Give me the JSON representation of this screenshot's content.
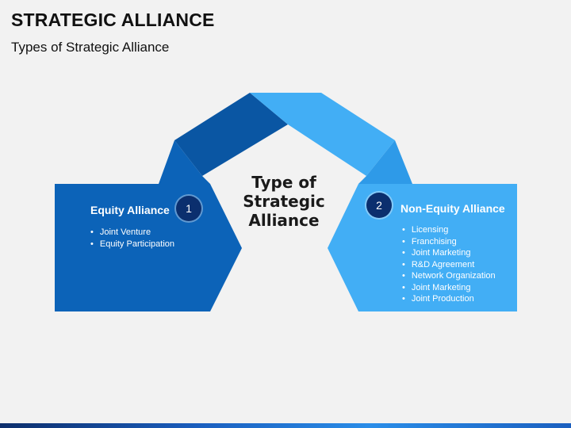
{
  "header": {
    "title": "STRATEGIC ALLIANCE",
    "subtitle": "Types of Strategic Alliance"
  },
  "center": {
    "lines": [
      "Type of",
      "Strategic",
      "Alliance"
    ]
  },
  "left_card": {
    "heading": "Equity Alliance",
    "number": "1",
    "items": [
      "Joint Venture",
      "Equity Participation"
    ]
  },
  "right_card": {
    "heading": "Non-Equity Alliance",
    "number": "2",
    "items": [
      "Licensing",
      "Franchising",
      "Joint Marketing",
      "R&D Agreement",
      "Network Organization",
      "Joint Marketing",
      "Joint Production"
    ]
  },
  "colors": {
    "dark_blue": "#0c63b8",
    "dark_blue_shade": "#0a56a3",
    "light_blue": "#42aef5",
    "light_blue_shade": "#2e9ae8",
    "badge": "#0b2f6e"
  }
}
